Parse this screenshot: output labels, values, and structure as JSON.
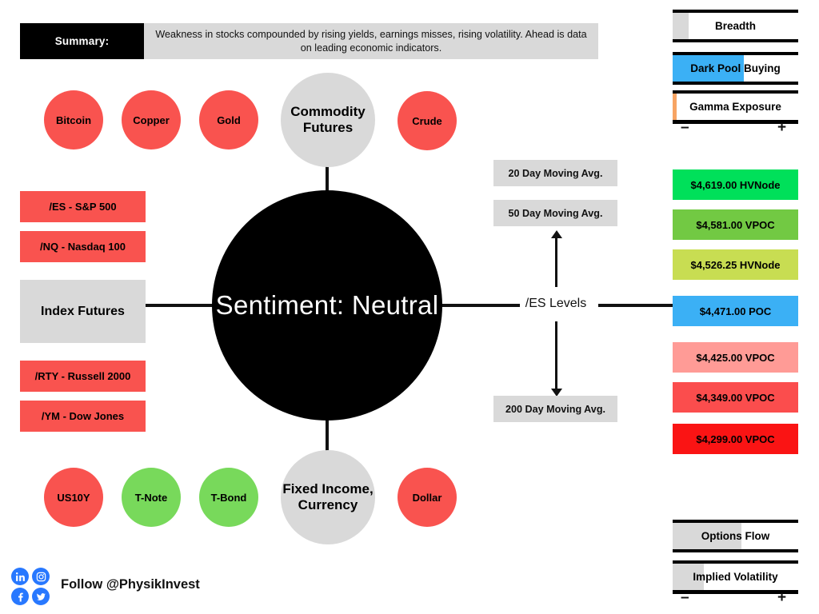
{
  "summary": {
    "label": "Summary:",
    "text": "Weakness in stocks compounded by rising yields, earnings misses, rising volatility. Ahead is data on leading economic indicators."
  },
  "center": {
    "title": "Sentiment: Neutral"
  },
  "commodities": {
    "hub_label": "Commodity Futures",
    "items": [
      {
        "label": "Bitcoin",
        "color": "#f9534f"
      },
      {
        "label": "Copper",
        "color": "#f9534f"
      },
      {
        "label": "Gold",
        "color": "#f9534f"
      },
      {
        "label": "Crude",
        "color": "#f9534f"
      }
    ]
  },
  "index_futures": {
    "hub_label": "Index Futures",
    "items": [
      {
        "label": "/ES - S&P 500",
        "color": "#f9534f"
      },
      {
        "label": "/NQ - Nasdaq 100",
        "color": "#f9534f"
      },
      {
        "label": "/RTY - Russell 2000",
        "color": "#f9534f"
      },
      {
        "label": "/YM - Dow Jones",
        "color": "#f9534f"
      }
    ]
  },
  "fixed_income": {
    "hub_label": "Fixed Income, Currency",
    "items": [
      {
        "label": "US10Y",
        "color": "#f9534f"
      },
      {
        "label": "T-Note",
        "color": "#78d95b"
      },
      {
        "label": "T-Bond",
        "color": "#78d95b"
      },
      {
        "label": "Dollar",
        "color": "#f9534f"
      }
    ]
  },
  "es_levels": {
    "label": "/ES Levels",
    "moving_averages": {
      "ma20": "20 Day Moving Avg.",
      "ma50": "50 Day Moving Avg.",
      "ma200": "200 Day Moving Avg."
    },
    "levels": [
      {
        "label": "$4,619.00 HVNode",
        "color": "#00e05a"
      },
      {
        "label": "$4,581.00 VPOC",
        "color": "#72c council"
      },
      {
        "label": "$4,526.25 HVNode",
        "color": "#c8dd52"
      },
      {
        "label": "$4,471.00 POC",
        "color": "#3bb0f5"
      },
      {
        "label": "$4,425.00 VPOC",
        "color": "#ff9b96"
      },
      {
        "label": "$4,349.00 VPOC",
        "color": "#fb4d4d"
      },
      {
        "label": "$4,299.00 VPOC",
        "color": "#fa1414"
      }
    ]
  },
  "gauges_top": [
    {
      "name": "Breadth",
      "label": "Breadth",
      "fill_pct": 13,
      "fill_color": "#d9d9d9"
    },
    {
      "name": "Dark Pool Buying",
      "label": "Dark Pool Buying",
      "fill_pct": 57,
      "fill_color": "#3bb0f5"
    },
    {
      "name": "Gamma Exposure",
      "label": "Gamma Exposure",
      "fill_pct": 3,
      "fill_color": "#f7a463"
    }
  ],
  "gauges_bottom": [
    {
      "name": "Options Flow",
      "label": "Options Flow",
      "fill_pct": 55,
      "fill_color": "#d9d9d9"
    },
    {
      "name": "Implied Volatility",
      "label": "Implied Volatility",
      "fill_pct": 25,
      "fill_color": "#d9d9d9"
    }
  ],
  "scale": {
    "minus": "–",
    "plus": "+"
  },
  "footer": {
    "follow_text": "Follow @PhysikInvest",
    "socials": [
      "linkedin",
      "instagram",
      "facebook",
      "twitter"
    ]
  }
}
